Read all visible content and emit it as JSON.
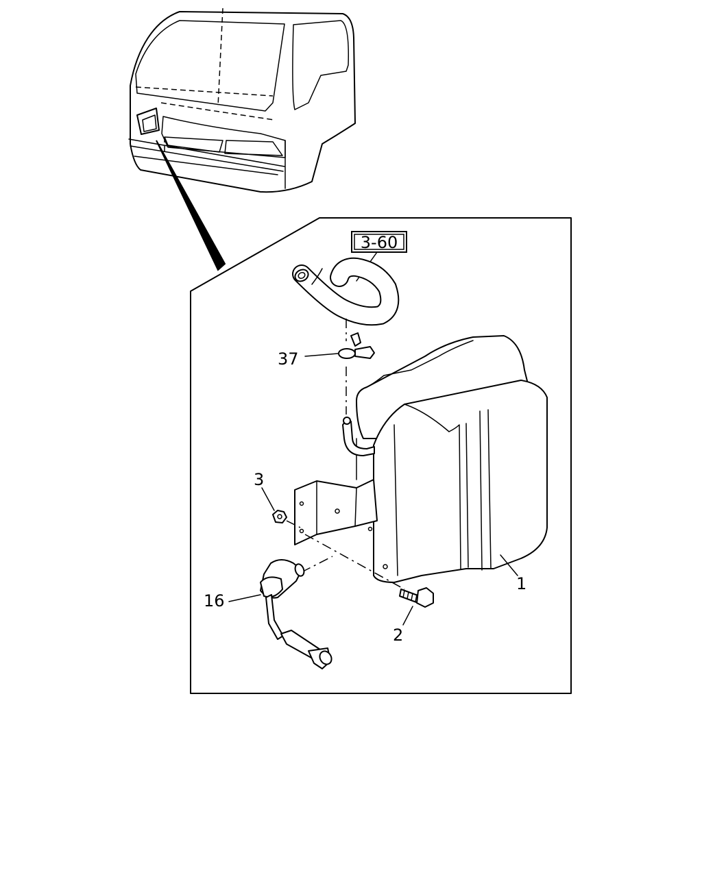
{
  "diagram": {
    "reference_box": "3-60",
    "callouts": {
      "reservoir": "1",
      "bolt": "2",
      "nut": "3",
      "level_sensor": "16",
      "hose_clamp": "37"
    }
  }
}
